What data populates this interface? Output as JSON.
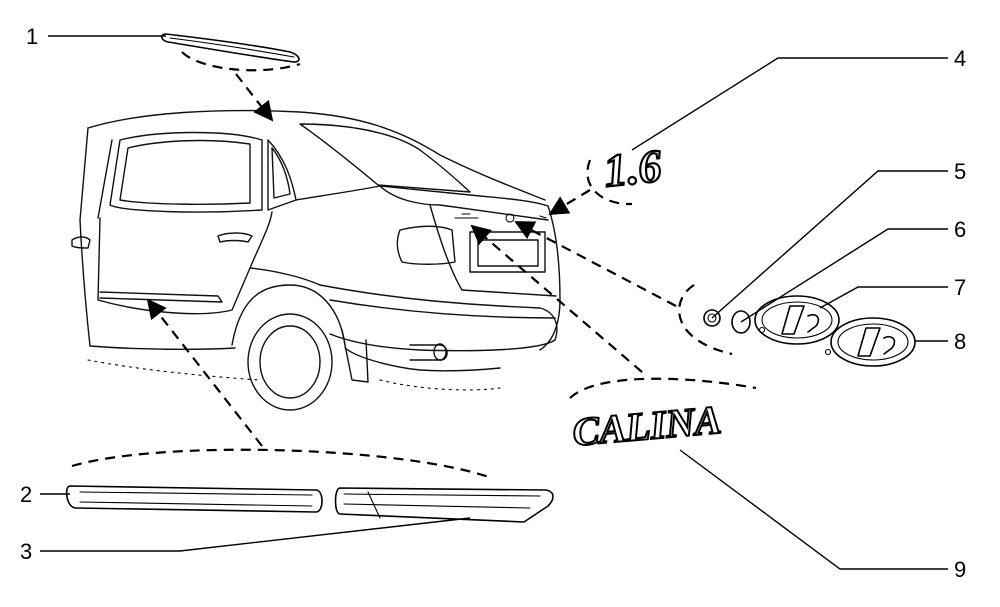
{
  "diagram": {
    "callouts": [
      {
        "id": "1",
        "label": "1"
      },
      {
        "id": "2",
        "label": "2"
      },
      {
        "id": "3",
        "label": "3"
      },
      {
        "id": "4",
        "label": "4"
      },
      {
        "id": "5",
        "label": "5"
      },
      {
        "id": "6",
        "label": "6"
      },
      {
        "id": "7",
        "label": "7"
      },
      {
        "id": "8",
        "label": "8"
      },
      {
        "id": "9",
        "label": "9"
      }
    ],
    "emblems": {
      "engine_badge": "1.6",
      "model_badge": "CALINA"
    }
  }
}
